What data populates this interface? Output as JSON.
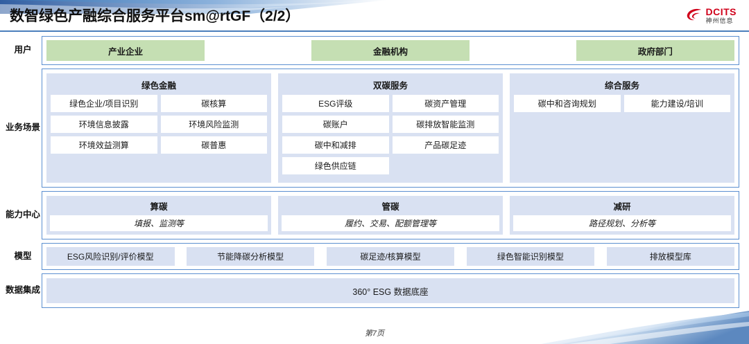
{
  "header": {
    "title": "数智绿色产融综合服务平台sm@rtGF（2/2）",
    "logo": {
      "name": "dcits-logo",
      "english": "DCITS",
      "chinese": "神州信息",
      "color": "#d0021b"
    },
    "rule_color": "#4a7ebb"
  },
  "colors": {
    "user_chip": "#c5dfb3",
    "panel": "#d9e1f2",
    "border": "#5b8fd0",
    "card": "#ffffff",
    "text": "#1a1a1a"
  },
  "layers": {
    "user": {
      "label": "用户",
      "chips": [
        {
          "label": "产业企业"
        },
        {
          "label": "金融机构"
        },
        {
          "label": "政府部门"
        }
      ]
    },
    "business": {
      "label": "业务场景",
      "groups": [
        {
          "title": "绿色金融",
          "items": [
            "绿色企业/项目识别",
            "碳核算",
            "环境信息披露",
            "环境风险监测",
            "环境效益测算",
            "碳普惠"
          ]
        },
        {
          "title": "双碳服务",
          "items": [
            "ESG评级",
            "碳资产管理",
            "碳账户",
            "碳排放智能监测",
            "碳中和减排",
            "产品碳足迹",
            "绿色供应链"
          ]
        },
        {
          "title": "综合服务",
          "items": [
            "碳中和咨询规划",
            "能力建设/培训"
          ]
        }
      ]
    },
    "capability": {
      "label": "能力中心",
      "groups": [
        {
          "title": "算碳",
          "desc": "填报、监测等"
        },
        {
          "title": "管碳",
          "desc": "履约、交易、配额管理等"
        },
        {
          "title": "减研",
          "desc": "路径规划、分析等"
        }
      ]
    },
    "model": {
      "label": "模型",
      "chips": [
        {
          "label": "ESG风险识别/评价模型"
        },
        {
          "label": "节能降碳分析模型"
        },
        {
          "label": "碳足迹/核算模型"
        },
        {
          "label": "绿色智能识别模型"
        },
        {
          "label": "排放模型库"
        }
      ]
    },
    "data": {
      "label": "数据集成",
      "bar_label": "360° ESG 数据底座"
    }
  },
  "footer": {
    "page_label": "第7页"
  }
}
